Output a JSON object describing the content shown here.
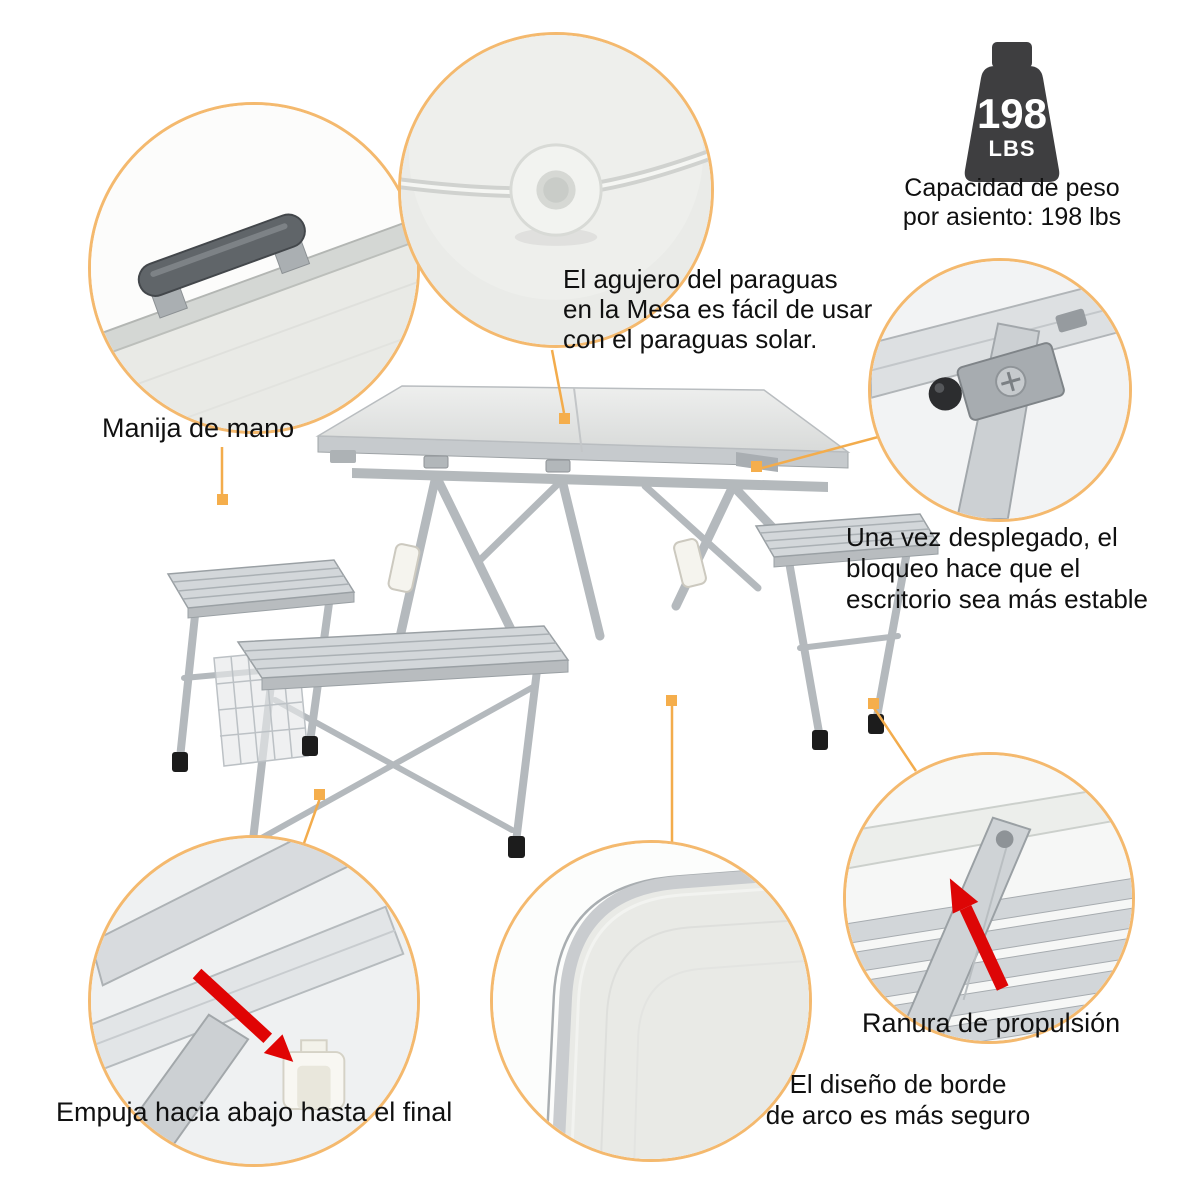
{
  "colors": {
    "accent_line": "#F3AC4C",
    "circle_border": "#F4B96E",
    "text": "#111111",
    "arrow_red": "#DD0707",
    "weight_icon_fill": "#3E3E40",
    "silver_light": "#E9EAE6",
    "silver_mid": "#C6CACD",
    "silver_dark": "#9AA0A4"
  },
  "icons": {
    "weight": "weight-icon",
    "push_arrow": "red-arrow-down-icon",
    "slot_arrow": "red-arrow-up-icon"
  },
  "weight_badge": {
    "value": "198",
    "unit": "LBS",
    "caption_lines": [
      "Capacidad de peso",
      "por asiento: 198 lbs"
    ]
  },
  "callouts": {
    "umbrella_hole": {
      "lines": [
        "El agujero del paraguas",
        "en la Mesa es fácil de usar",
        "con el paraguas solar."
      ]
    },
    "handle": {
      "text": "Manija de mano"
    },
    "lock": {
      "lines": [
        "Una vez desplegado, el",
        "bloqueo hace que el",
        "escritorio sea más estable"
      ]
    },
    "push_down": {
      "text": "Empuja hacia abajo hasta el final"
    },
    "propulsion_slot": {
      "text": "Ranura de propulsión"
    },
    "arc_edge": {
      "lines": [
        "El diseño de borde",
        "de arco es más seguro"
      ]
    }
  }
}
